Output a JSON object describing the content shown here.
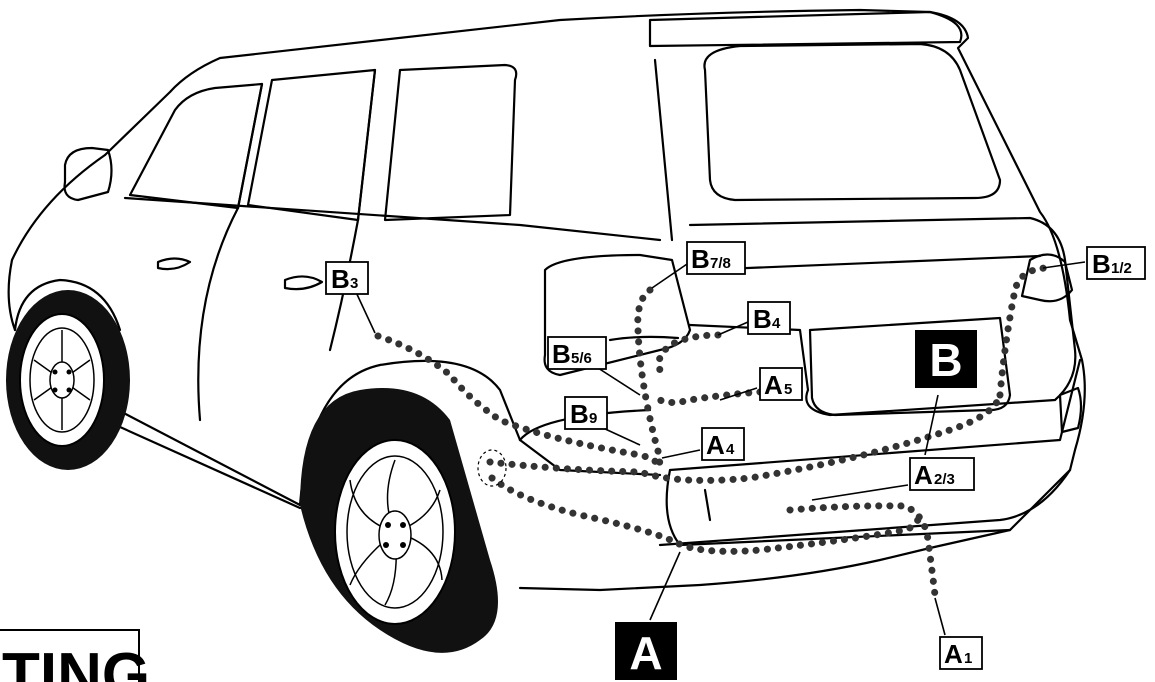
{
  "labels": {
    "b12": {
      "main": "B",
      "sub": "1/2"
    },
    "b78": {
      "main": "B",
      "sub": "7/8"
    },
    "b3": {
      "main": "B",
      "sub": "3"
    },
    "b4": {
      "main": "B",
      "sub": "4"
    },
    "b56": {
      "main": "B",
      "sub": "5/6"
    },
    "b9": {
      "main": "B",
      "sub": "9"
    },
    "a5": {
      "main": "A",
      "sub": "5"
    },
    "a4": {
      "main": "A",
      "sub": "4"
    },
    "a23": {
      "main": "A",
      "sub": "2/3"
    },
    "a1": {
      "main": "A",
      "sub": "1"
    },
    "big_a": "A",
    "big_b": "B",
    "corner_text": "TING"
  },
  "colors": {
    "ink": "#000000",
    "paper": "#ffffff",
    "dot": "#333333"
  }
}
